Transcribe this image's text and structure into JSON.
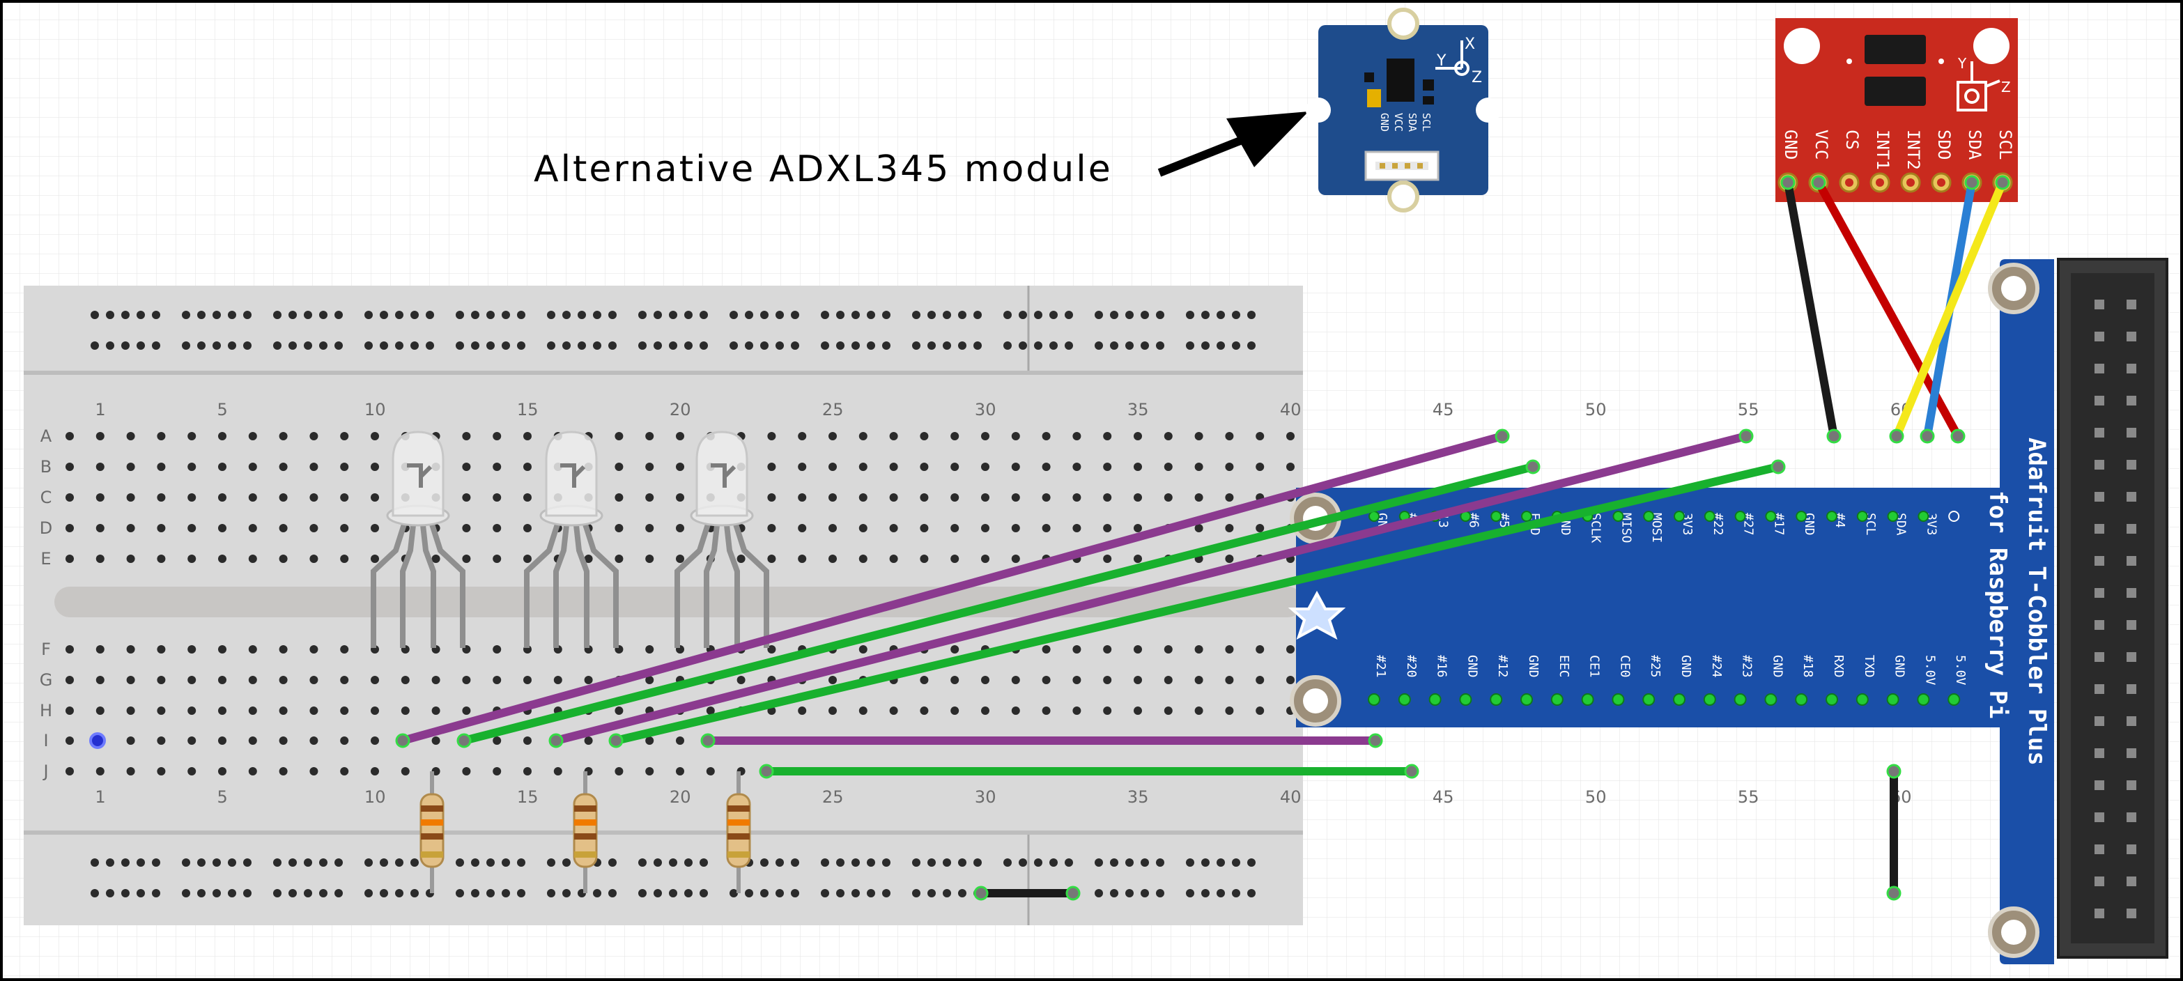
{
  "annotation": {
    "text": "Alternative ADXL345 module"
  },
  "colors": {
    "breadboard": "#d9d9d9",
    "cobbler": "#1a4fa8",
    "adxl_red": "#c92a1e",
    "grove_blue": "#1e4c8c",
    "wire_purple": "#8b3a8f",
    "wire_green": "#18b12e",
    "wire_black": "#1a1a1a",
    "wire_red": "#c40000",
    "wire_blue": "#2a7fd4",
    "wire_yellow": "#f4e81a"
  },
  "breadboard": {
    "column_numbers": [
      "1",
      "5",
      "10",
      "15",
      "20",
      "25",
      "30",
      "35",
      "40",
      "45",
      "50",
      "55",
      "60"
    ],
    "row_letters_top": [
      "A",
      "B",
      "C",
      "D",
      "E"
    ],
    "row_letters_bottom": [
      "F",
      "G",
      "H",
      "I",
      "J"
    ]
  },
  "grove_module": {
    "pins": [
      "GND",
      "VCC",
      "SDA",
      "SCL"
    ],
    "axes": [
      "Y",
      "X",
      "Z"
    ]
  },
  "adxl345": {
    "pins": [
      "GND",
      "VCC",
      "CS",
      "INT1",
      "INT2",
      "SDO",
      "SDA",
      "SCL"
    ],
    "axes": [
      "Y",
      "Z"
    ]
  },
  "cobbler": {
    "title_line1": "Adafruit T-Cobbler Plus",
    "title_line2": "for Raspberry Pi",
    "top_labels": [
      "GN",
      "#",
      "13",
      "#6",
      "#5",
      "EED",
      "GND",
      "SCLK",
      "MISO",
      "MOSI",
      "3V3",
      "#22",
      "#27",
      "#17",
      "GND",
      "#4",
      "SCL",
      "SDA",
      "3V3"
    ],
    "bottom_labels": [
      "#21",
      "#20",
      "#16",
      "GND",
      "#12",
      "GND",
      "EEC",
      "CE1",
      "CE0",
      "#25",
      "GND",
      "#24",
      "#23",
      "GND",
      "#18",
      "RXD",
      "TXD",
      "GND",
      "5.0V",
      "5.0V"
    ]
  }
}
